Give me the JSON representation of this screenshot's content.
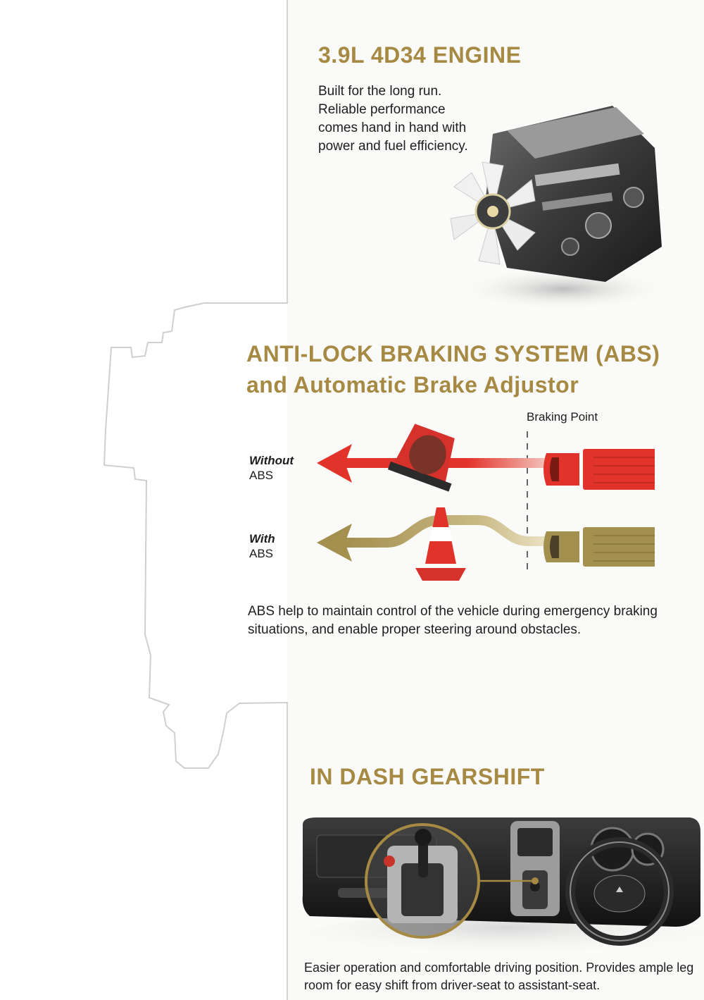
{
  "engine": {
    "title": "3.9L 4D34 ENGINE",
    "description": "Built for the long run. Reliable performance comes hand in hand with power and fuel efficiency."
  },
  "abs": {
    "title_line1": "ANTI-LOCK BRAKING SYSTEM (ABS)",
    "title_line2": "and Automatic Brake Adjustor",
    "braking_point": "Braking Point",
    "without_label_bold": "Without",
    "without_label_rest": "ABS",
    "with_label_bold": "With",
    "with_label_rest": "ABS",
    "description": "ABS help to maintain control of the vehicle during emergency braking situations, and enable proper steering around obstacles."
  },
  "gearshift": {
    "title": "IN DASH GEARSHIFT",
    "description": "Easier operation and comfortable driving position. Provides ample leg room for easy shift from driver-seat to assistant-seat."
  },
  "colors": {
    "gold": "#a68a43",
    "red": "#e0342b",
    "olive": "#a38f4e"
  }
}
